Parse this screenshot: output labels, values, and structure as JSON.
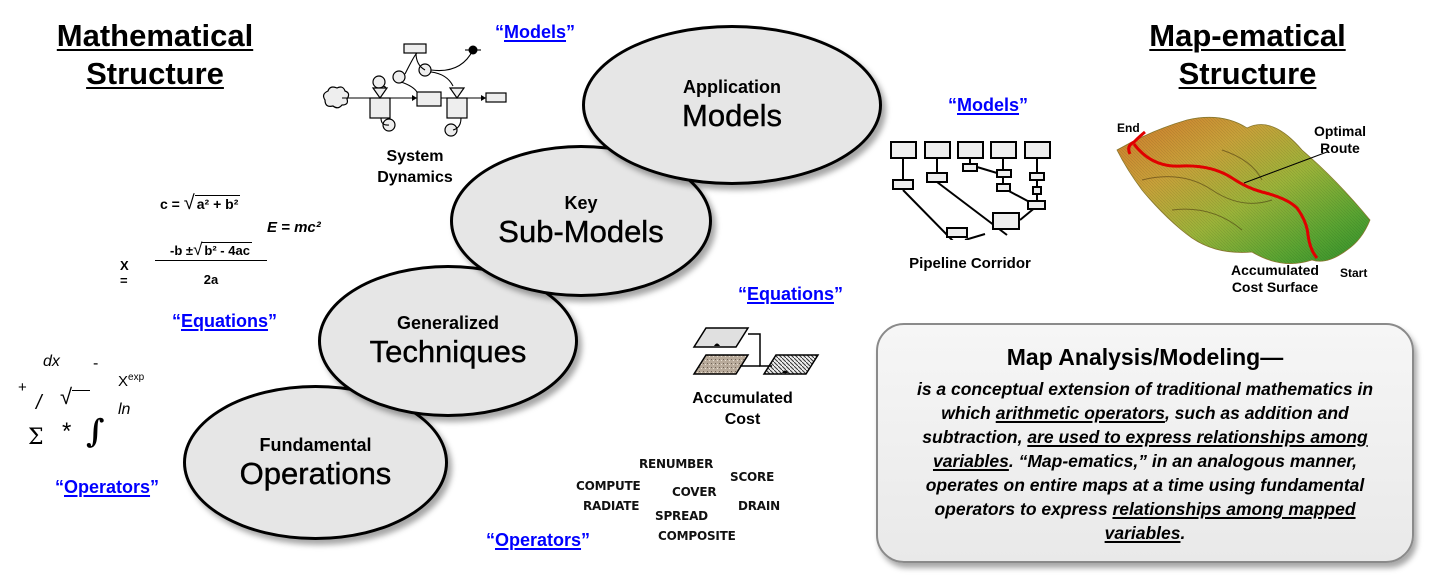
{
  "left_heading": {
    "line1": "Mathematical",
    "line2": "Structure"
  },
  "right_heading": {
    "line1": "Map-ematical",
    "line2": "Structure"
  },
  "staircase": [
    {
      "small": "Application",
      "big": "Models"
    },
    {
      "small": "Key",
      "big": "Sub-Models"
    },
    {
      "small": "Generalized",
      "big": "Techniques"
    },
    {
      "small": "Fundamental",
      "big": "Operations"
    }
  ],
  "quote_links": {
    "models_left": {
      "open": "“",
      "text": "Models",
      "close": "”"
    },
    "equations_left": {
      "open": "“",
      "text": "Equations",
      "close": "”"
    },
    "operators_left": {
      "open": "“",
      "text": "Operators",
      "close": "”"
    },
    "models_right": {
      "open": "“",
      "text": "Models",
      "close": "”"
    },
    "equations_right": {
      "open": "“",
      "text": "Equations",
      "close": "”"
    },
    "operators_right": {
      "open": "“",
      "text": "Operators",
      "close": "”"
    }
  },
  "captions": {
    "system_dynamics": {
      "line1": "System",
      "line2": "Dynamics"
    },
    "accumulated_cost": {
      "line1": "Accumulated",
      "line2": "Cost"
    },
    "pipeline_corridor": "Pipeline Corridor"
  },
  "equations": {
    "pythag_lhs": "c =",
    "pythag_rhs": "a² + b²",
    "einstein": "E = mc²",
    "quad_lhs": "X =",
    "quad_num_pre": "-b ±",
    "quad_num_rad": "b² - 4ac",
    "quad_den": "2a"
  },
  "operators_symbols": {
    "dx": "dx",
    "minus": "-",
    "plus": "+",
    "slash": "/",
    "sqrt": "√",
    "x": "X",
    "exp": "exp",
    "ln": "ln",
    "sigma": "Σ",
    "star": "*",
    "integral": "∫"
  },
  "map_operators": [
    "RENUMBER",
    "SCORE",
    "COMPUTE",
    "COVER",
    "RADIATE",
    "DRAIN",
    "SPREAD",
    "COMPOSITE"
  ],
  "surface_labels": {
    "end": "End",
    "optimal_route": {
      "line1": "Optimal",
      "line2": "Route"
    },
    "start": "Start",
    "surface": {
      "line1": "Accumulated",
      "line2": "Cost Surface"
    }
  },
  "callout": {
    "title": "Map Analysis/Modeling—",
    "segments": [
      {
        "t": "is a conceptual extension of traditional mathematics in which ",
        "u": false
      },
      {
        "t": "arithmetic operators",
        "u": true
      },
      {
        "t": ", such as addition and subtraction, ",
        "u": false
      },
      {
        "t": "are used to express relationships among variables",
        "u": true
      },
      {
        "t": ".  “Map-ematics,” in an analogous manner, operates on entire maps at a time using fundamental operators to express ",
        "u": false
      },
      {
        "t": "relationships among mapped variables",
        "u": true
      },
      {
        "t": ".",
        "u": false
      }
    ]
  },
  "colors": {
    "link": "#0000ff",
    "ellipse_fill": "#e6e6e6",
    "route": "#e00000"
  }
}
